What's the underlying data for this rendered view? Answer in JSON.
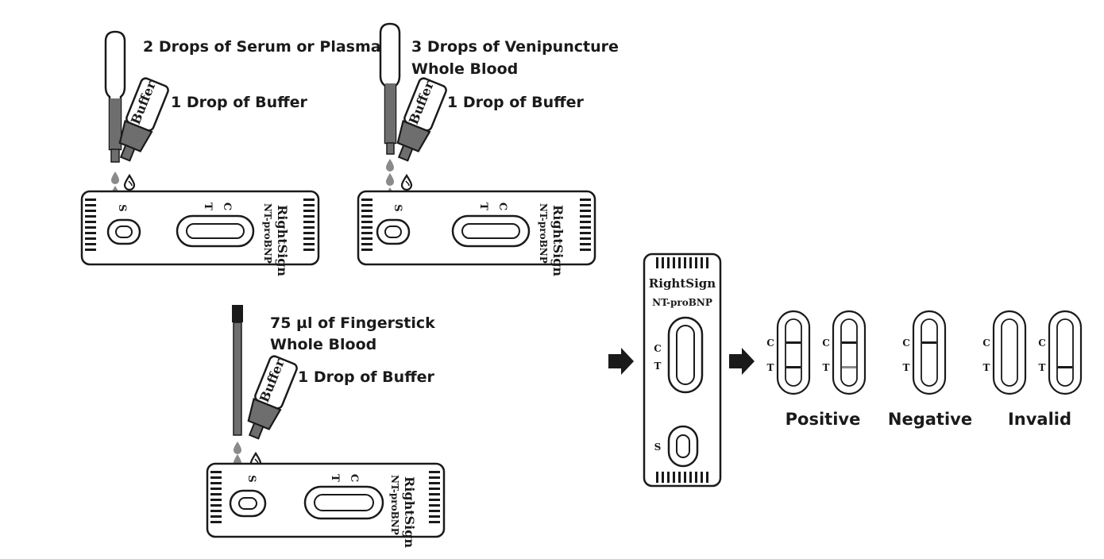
{
  "instructions": {
    "serum": {
      "sample": "2 Drops of Serum or Plasma",
      "buffer": "1 Drop of Buffer"
    },
    "venipuncture": {
      "sample_line1": "3 Drops of Venipuncture",
      "sample_line2": "Whole Blood",
      "buffer": "1 Drop of Buffer"
    },
    "fingerstick": {
      "sample_line1": "75 µl of Fingerstick",
      "sample_line2": "Whole Blood",
      "buffer": "1 Drop of Buffer"
    }
  },
  "dropper": {
    "label": "Buffer"
  },
  "device": {
    "brand": "RightSign",
    "product": "NT-proBNP",
    "control_mark": "C",
    "test_mark": "T",
    "sample_mark": "S"
  },
  "results": {
    "positive": "Positive",
    "negative": "Negative",
    "invalid": "Invalid"
  },
  "colors": {
    "ink": "#1a1a1a",
    "sample_gray": "#6e6e6e",
    "faint_line": "#8a8a8a"
  },
  "icons": [
    "pipette-icon",
    "capillary-tube-icon",
    "buffer-dropper-icon",
    "drop-icon",
    "arrow-right-icon"
  ]
}
